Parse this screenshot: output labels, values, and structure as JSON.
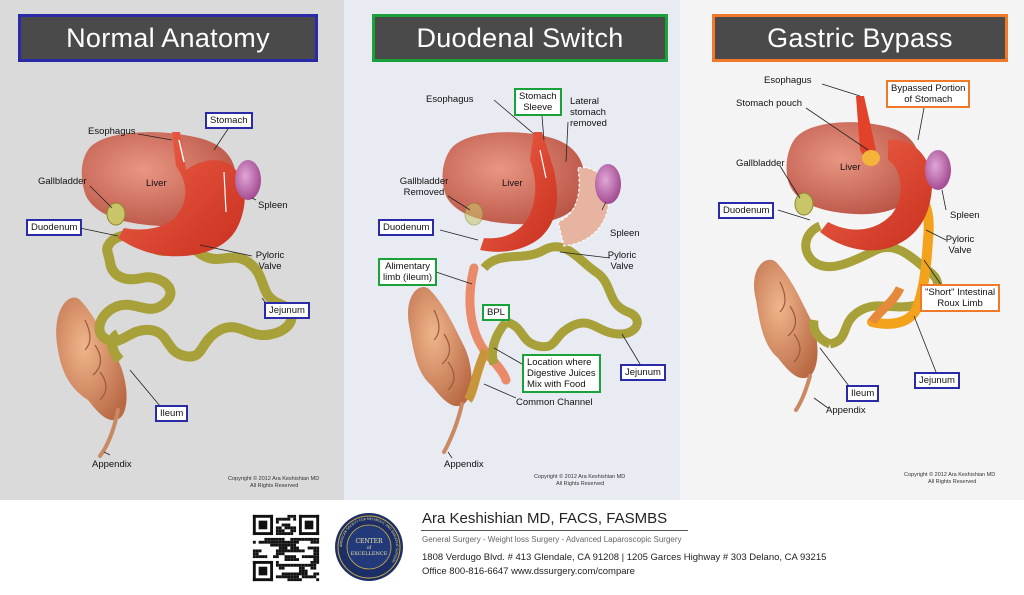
{
  "panels": {
    "normal": {
      "title": "Normal Anatomy",
      "labels": {
        "esophagus": "Esophagus",
        "stomach": "Stomach",
        "gallbladder": "Gallbladder",
        "liver": "Liver",
        "duodenum": "Duodenum",
        "spleen": "Spleen",
        "pyloric": "Pyloric",
        "valve": "Valve",
        "jejunum": "Jejunum",
        "ileum": "Ileum",
        "appendix": "Appendix"
      },
      "copyright": "Copyright © 2012 Ara Keshishian MD",
      "rights": "All Rights Reserved"
    },
    "duodenal": {
      "title": "Duodenal Switch",
      "labels": {
        "esophagus": "Esophagus",
        "sleeve_1": "Stomach",
        "sleeve_2": "Sleeve",
        "lateral_1": "Lateral",
        "lateral_2": "stomach",
        "lateral_3": "removed",
        "gallbladder_1": "Gallbladder",
        "gallbladder_2": "Removed",
        "liver": "Liver",
        "duodenum": "Duodenum",
        "spleen": "Spleen",
        "alimentary_1": "Alimentary",
        "alimentary_2": "limb (ileum)",
        "pyloric": "Pyloric",
        "valve": "Valve",
        "bpl": "BPL",
        "location_1": "Location where",
        "location_2": "Digestive Juices",
        "location_3": "Mix with Food",
        "jejunum": "Jejunum",
        "common": "Common Channel",
        "appendix": "Appendix"
      },
      "copyright": "Copyright © 2012 Ara Keshishian MD",
      "rights": "All Rights Reserved"
    },
    "gastric": {
      "title": "Gastric Bypass",
      "labels": {
        "esophagus": "Esophagus",
        "bypassed_1": "Bypassed Portion",
        "bypassed_2": "of Stomach",
        "pouch": "Stomach pouch",
        "gallbladder": "Gallbladder",
        "liver": "Liver",
        "duodenum": "Duodenum",
        "spleen": "Spleen",
        "pyloric": "Pyloric",
        "valve": "Valve",
        "roux_1": "\"Short\" Intestinal",
        "roux_2": "Roux Limb",
        "ileum": "Ileum",
        "jejunum": "Jejunum",
        "appendix": "Appendix"
      },
      "copyright": "Copyright © 2012 Ara Keshishian MD",
      "rights": "All Rights Reserved"
    }
  },
  "footer": {
    "name": "Ara Keshishian  MD, FACS, FASMBS",
    "tagline": "General Surgery - Weight loss Surgery - Advanced Laparoscopic Surgery",
    "address": "1808 Verdugo Blvd. # 413 Glendale, CA 91208   |   1205 Garces Highway # 303 Delano, CA 93215",
    "office": "Office  800-816-6647  www.dssurgery.com/compare",
    "seal_1": "CENTER",
    "seal_2": "of",
    "seal_3": "EXCELLENCE",
    "seal_ring": "AMERICAN SOCIETY FOR METABOLIC AND BARIATRIC SURGERY"
  },
  "colors": {
    "blue_box": "#2b2aa8",
    "green_box": "#19a23a",
    "orange_box": "#f07a2a",
    "title_bg": "#4a4a4a",
    "liver": "#d26a55",
    "stomach": "#e2412a",
    "intestine": "#a8a13a",
    "roux": "#f3a21c",
    "spleen": "#b65a9a"
  }
}
